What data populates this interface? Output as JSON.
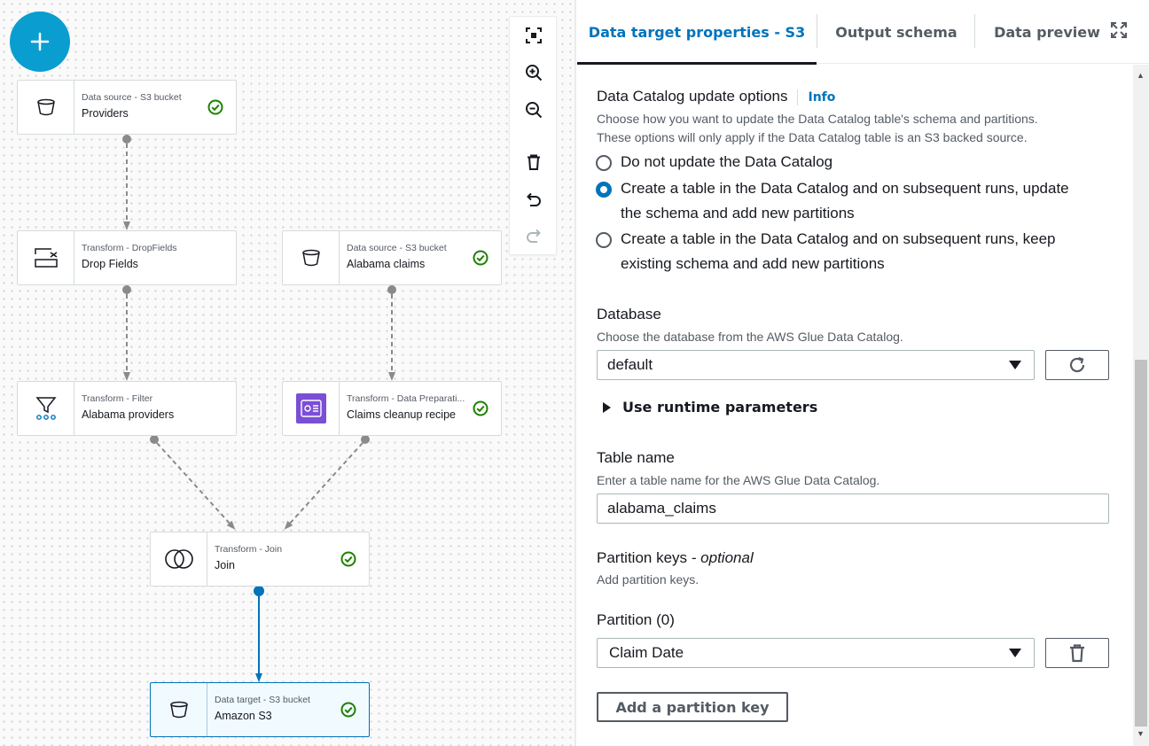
{
  "canvas": {
    "add_node_label": "Add node",
    "nodes": [
      {
        "id": "providers",
        "type": "Data source - S3 bucket",
        "title": "Providers",
        "icon": "bucket-icon",
        "status": "check"
      },
      {
        "id": "dropfields",
        "type": "Transform - DropFields",
        "title": "Drop Fields",
        "icon": "drop-fields-icon",
        "status": ""
      },
      {
        "id": "alabama-claims",
        "type": "Data source - S3 bucket",
        "title": "Alabama claims",
        "icon": "bucket-icon",
        "status": "check"
      },
      {
        "id": "filter",
        "type": "Transform - Filter",
        "title": "Alabama providers",
        "icon": "filter-icon",
        "status": ""
      },
      {
        "id": "dataprep",
        "type": "Transform - Data Preparati...",
        "title": "Claims cleanup recipe",
        "icon": "data-prep-icon",
        "status": "check"
      },
      {
        "id": "join",
        "type": "Transform - Join",
        "title": "Join",
        "icon": "join-icon",
        "status": "check"
      },
      {
        "id": "s3target",
        "type": "Data target - S3 bucket",
        "title": "Amazon S3",
        "icon": "bucket-icon",
        "status": "check",
        "selected": true
      }
    ],
    "toolbar": [
      "fit-view-icon",
      "zoom-in-icon",
      "zoom-out-icon",
      "delete-icon",
      "undo-icon",
      "redo-icon"
    ]
  },
  "panel": {
    "tabs": [
      {
        "label": "Data target properties - S3",
        "active": true
      },
      {
        "label": "Output schema",
        "active": false
      },
      {
        "label": "Data preview",
        "active": false
      }
    ],
    "catalog": {
      "label": "Data Catalog update options",
      "info": "Info",
      "desc_line1": "Choose how you want to update the Data Catalog table's schema and partitions.",
      "desc_line2": "These options will only apply if the Data Catalog table is an S3 backed source.",
      "options": [
        {
          "line1": "Do not update the Data Catalog",
          "line2": "",
          "checked": false
        },
        {
          "line1": "Create a table in the Data Catalog and on subsequent runs, update",
          "line2": "the schema and add new partitions",
          "checked": true
        },
        {
          "line1": "Create a table in the Data Catalog and on subsequent runs, keep",
          "line2": "existing schema and add new partitions",
          "checked": false
        }
      ]
    },
    "database": {
      "label": "Database",
      "desc": "Choose the database from the AWS Glue Data Catalog.",
      "value": "default"
    },
    "runtime": {
      "label": "Use runtime parameters"
    },
    "table": {
      "label": "Table name",
      "desc": "Enter a table name for the AWS Glue Data Catalog.",
      "value": "alabama_claims"
    },
    "partition_keys": {
      "label": "Partition keys",
      "label_suffix": "- optional",
      "desc": "Add partition keys."
    },
    "partition": {
      "label": "Partition (0)",
      "value": "Claim Date"
    },
    "add_partition_button": "Add a partition key"
  },
  "colors": {
    "accent": "#0073bb",
    "add_button": "#0a9ed0",
    "success": "#1d8102",
    "data_prep_icon_bg": "#7b4ed6"
  }
}
